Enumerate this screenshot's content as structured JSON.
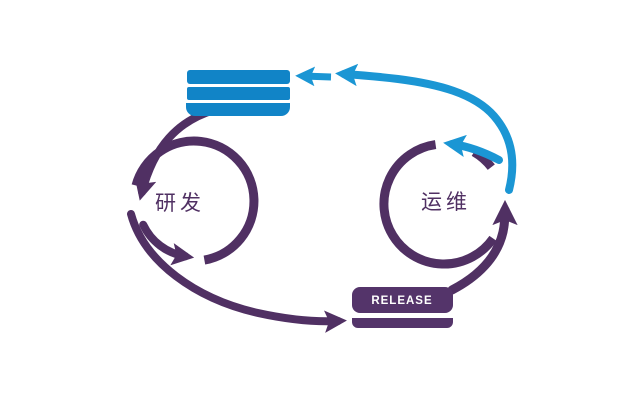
{
  "colors": {
    "stack-blue": "#1184c7",
    "arrow-blue": "#1b96d4",
    "purple": "#503063",
    "release": "#54346a",
    "label-white": "#ffffff"
  },
  "diagram": {
    "dev_loop": {
      "label": "研发"
    },
    "ops_loop": {
      "label": "运维"
    },
    "release_stack": {
      "label": "RELEASE",
      "segments": 2
    },
    "backlog_stack": {
      "segments": 3
    }
  }
}
